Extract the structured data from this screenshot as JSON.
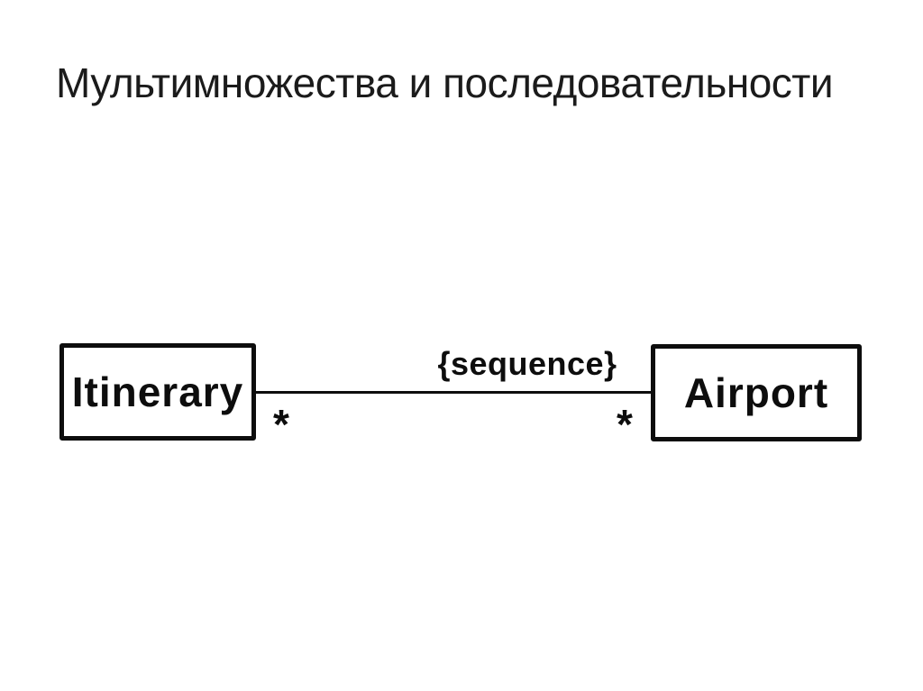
{
  "slide": {
    "title": "Мультимножества и последовательности"
  },
  "colors": {
    "background": "#ffffff",
    "title_text": "#1b1b1b",
    "diagram_ink": "#0d0d0d"
  },
  "diagram": {
    "type": "uml-class-association",
    "classes": [
      {
        "name": "Itinerary"
      },
      {
        "name": "Airport"
      }
    ],
    "association": {
      "constraint_label": "{sequence}",
      "itinerary_end_multiplicity": "*",
      "airport_end_multiplicity": "*"
    }
  }
}
